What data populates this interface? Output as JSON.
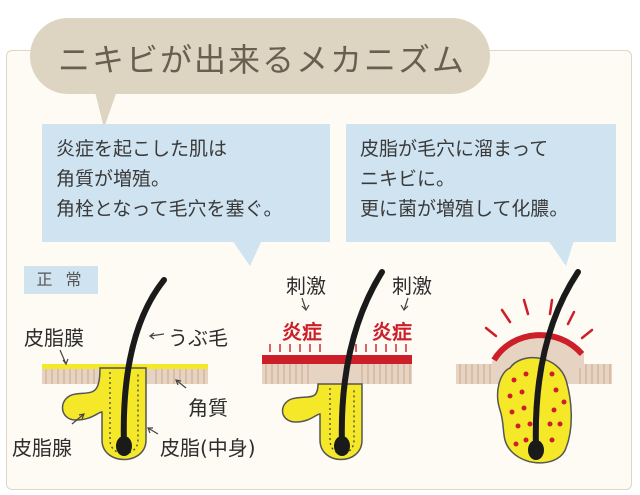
{
  "title": "ニキビが出来るメカニズム",
  "callout_left": {
    "lines": [
      "炎症を起こした肌は",
      "角質が増殖。",
      "角栓となって毛穴を塞ぐ。"
    ]
  },
  "callout_right": {
    "lines": [
      "皮脂が毛穴に溜まって",
      "ニキビに。",
      "更に菌が増殖して化膿。"
    ]
  },
  "stage_normal": {
    "tag": "正 常",
    "labels": {
      "sebum_film": "皮脂膜",
      "vellus_hair": "うぶ毛",
      "keratin": "角質",
      "sebaceous_gland": "皮脂腺",
      "sebum_content": "皮脂(中身)"
    }
  },
  "stage_inflamed": {
    "stimulus_left": "刺激",
    "stimulus_right": "刺激",
    "inflammation_left": "炎症",
    "inflammation_right": "炎症"
  },
  "colors": {
    "bubble": "#ddd5c1",
    "callout": "#cfe3f0",
    "sebum": "#f5e829",
    "hair": "#1a1a1a",
    "inflammation": "#cc1f2a",
    "skin": "#e7d3c2"
  }
}
